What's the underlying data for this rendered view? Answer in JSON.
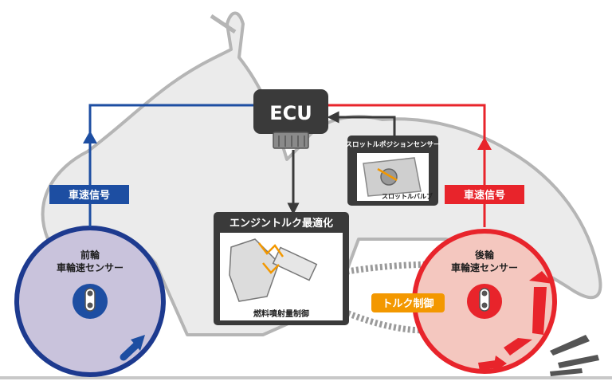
{
  "ecu": {
    "label": "ECU"
  },
  "front": {
    "signal_label": "車速信号",
    "sensor_line1": "前輪",
    "sensor_line2": "車輪速センサー"
  },
  "rear": {
    "signal_label": "車速信号",
    "sensor_line1": "後輪",
    "sensor_line2": "車輪速センサー"
  },
  "throttle": {
    "title": "スロットルポジションセンサー",
    "valve_label": "スロットルバルブ"
  },
  "engine": {
    "title": "エンジントルク最適化",
    "caption": "燃料噴射量制御"
  },
  "torque": {
    "label": "トルク制御"
  },
  "colors": {
    "blue": "#1d4ea2",
    "red": "#e8242b",
    "orange": "#f39800",
    "dark": "#3a3a3a",
    "frontWheel": "#c9c3dc",
    "rearWheel": "#f4c7bf"
  }
}
